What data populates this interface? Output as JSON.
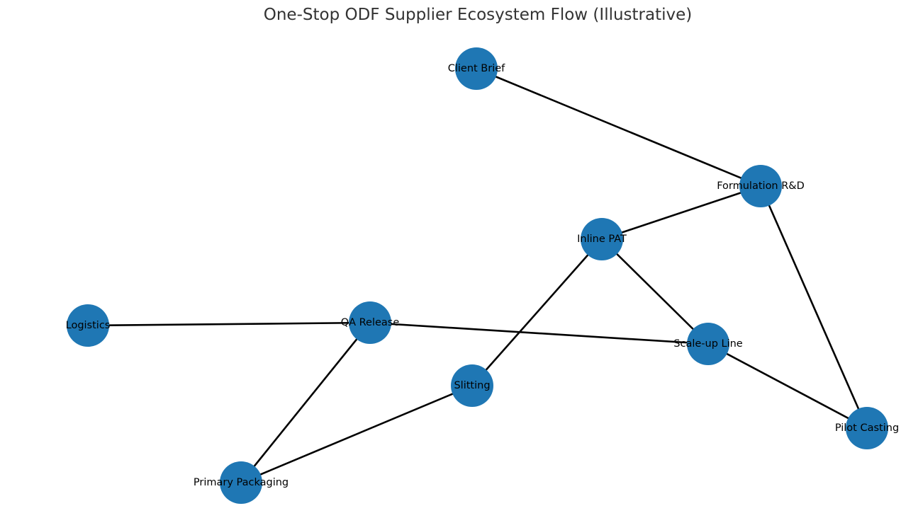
{
  "title": "One-Stop ODF Supplier Ecosystem Flow (Illustrative)",
  "node_color": "#1f77b4",
  "edge_color": "#000000",
  "nodes": [
    {
      "id": "client_brief",
      "label": "Client Brief"
    },
    {
      "id": "formulation_rd",
      "label": "Formulation R&D"
    },
    {
      "id": "inline_pat",
      "label": "Inline PAT"
    },
    {
      "id": "logistics",
      "label": "Logistics"
    },
    {
      "id": "qa_release",
      "label": "QA Release"
    },
    {
      "id": "scaleup_line",
      "label": "Scale-up Line"
    },
    {
      "id": "slitting",
      "label": "Slitting"
    },
    {
      "id": "pilot_casting",
      "label": "Pilot Casting"
    },
    {
      "id": "primary_packaging",
      "label": "Primary Packaging"
    }
  ],
  "edges": [
    [
      "client_brief",
      "formulation_rd"
    ],
    [
      "formulation_rd",
      "inline_pat"
    ],
    [
      "formulation_rd",
      "pilot_casting"
    ],
    [
      "inline_pat",
      "scaleup_line"
    ],
    [
      "inline_pat",
      "slitting"
    ],
    [
      "logistics",
      "qa_release"
    ],
    [
      "qa_release",
      "scaleup_line"
    ],
    [
      "qa_release",
      "primary_packaging"
    ],
    [
      "scaleup_line",
      "pilot_casting"
    ],
    [
      "slitting",
      "primary_packaging"
    ]
  ]
}
